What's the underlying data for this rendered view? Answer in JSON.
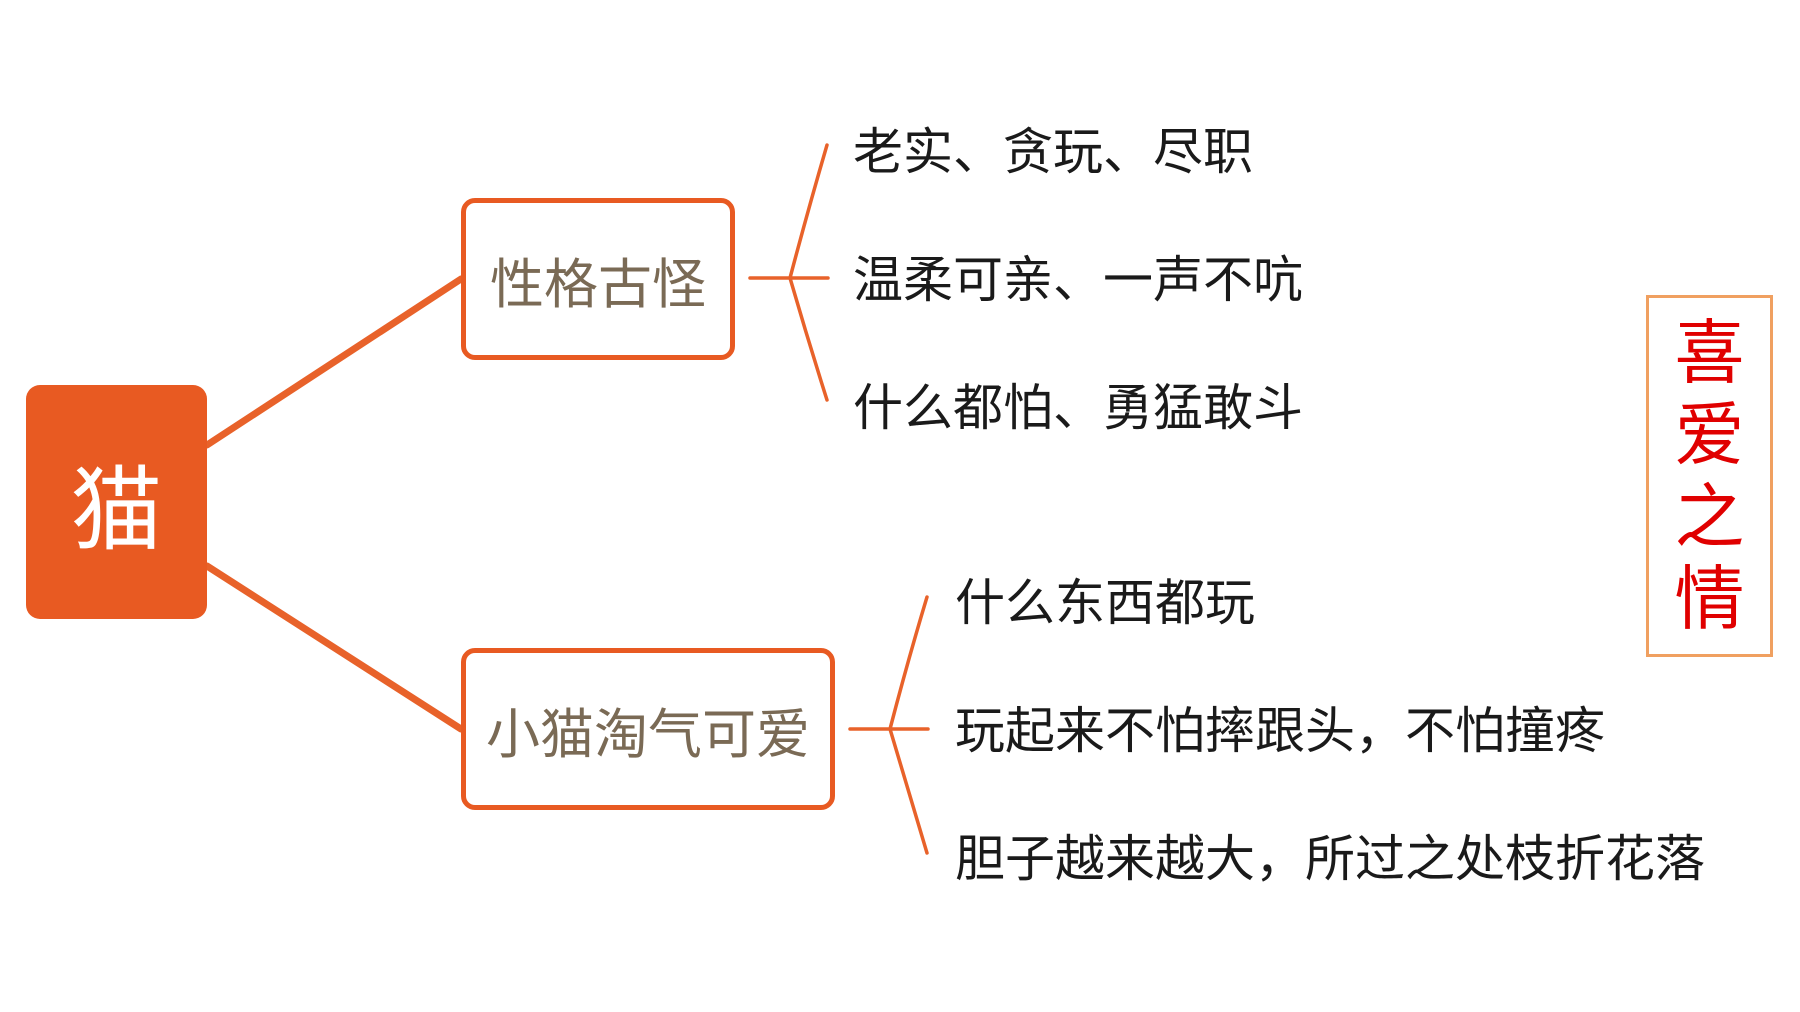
{
  "colors": {
    "accent": "#E85A22",
    "connector": "#E8622A",
    "branch_text": "#7A6A55",
    "leaf_text": "#1A1A1A",
    "side_text": "#E00000",
    "side_border": "#F0A060"
  },
  "root": {
    "label": "猫"
  },
  "branches": [
    {
      "label": "性格古怪",
      "leaves": [
        "老实、贪玩、尽职",
        "温柔可亲、一声不吭",
        "什么都怕、勇猛敢斗"
      ]
    },
    {
      "label": "小猫淘气可爱",
      "leaves": [
        "什么东西都玩",
        "玩起来不怕摔跟头，不怕撞疼",
        "胆子越来越大，所过之处枝折花落"
      ]
    }
  ],
  "side_label": {
    "chars": [
      "喜",
      "爱",
      "之",
      "情"
    ]
  }
}
